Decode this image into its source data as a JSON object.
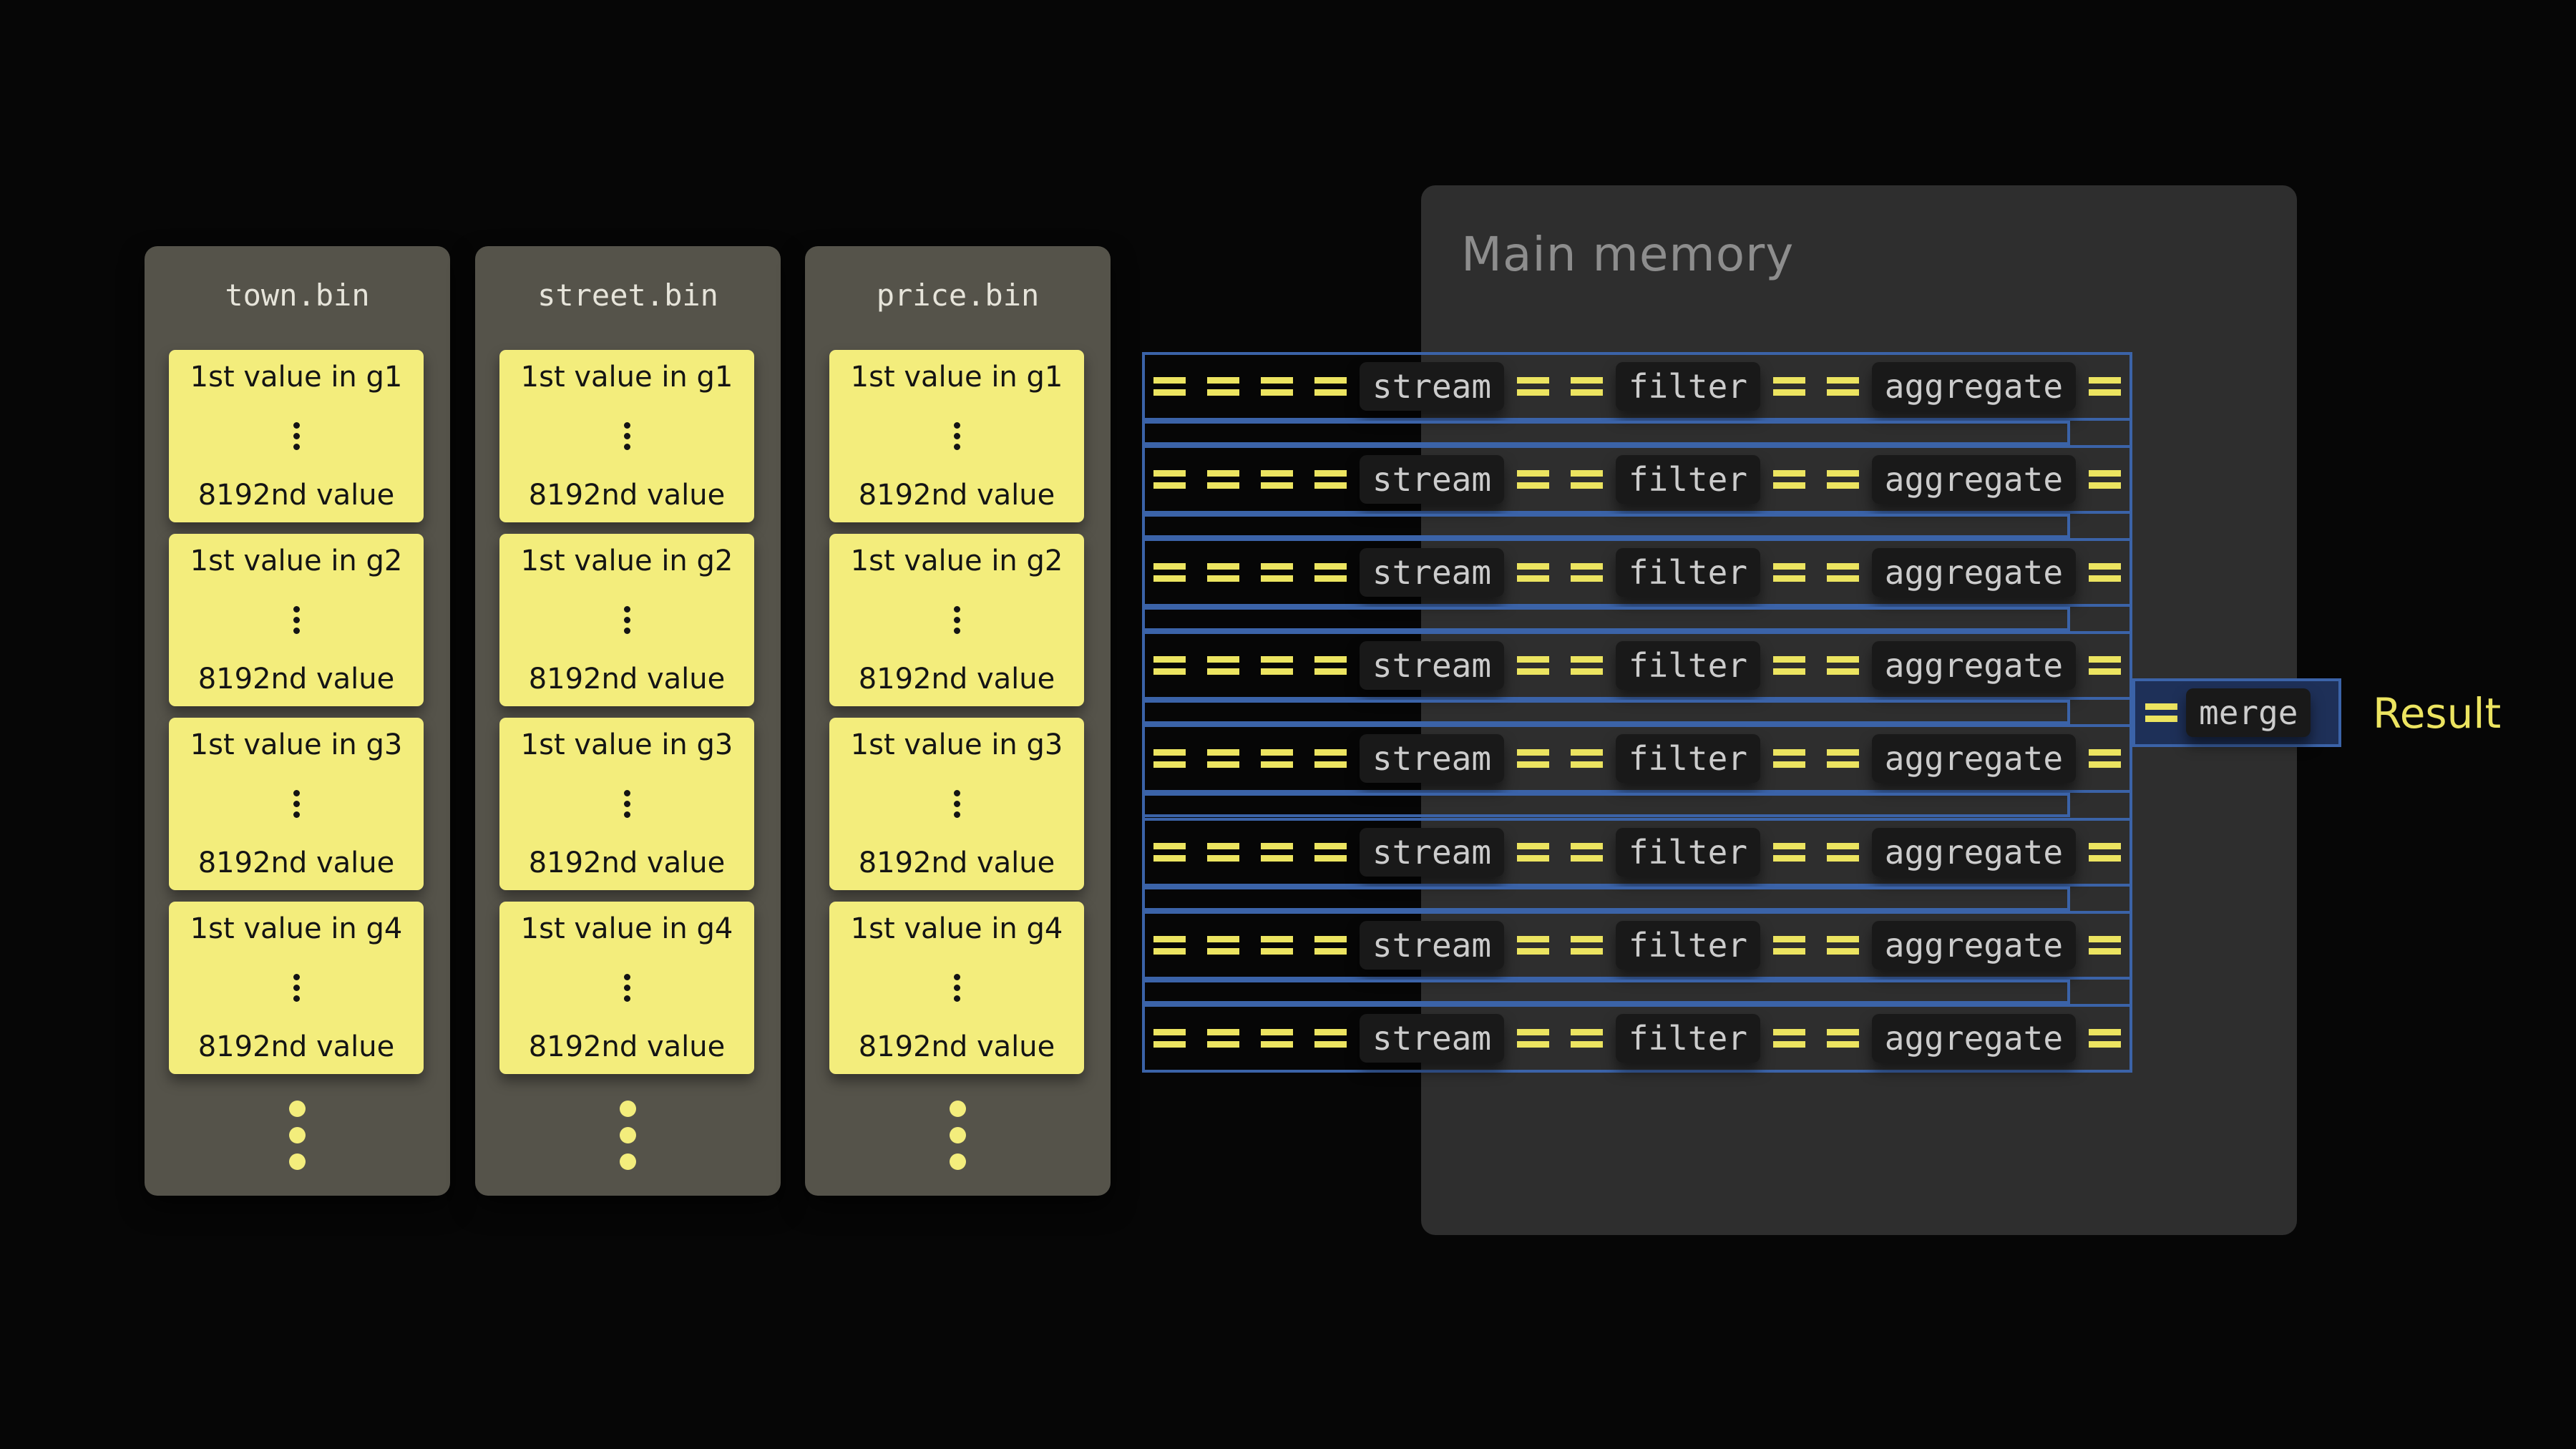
{
  "colors": {
    "background": "#060606",
    "file_panel": "#55534a",
    "block_yellow": "#f3ed7c",
    "memory_panel": "#2e2e2e",
    "pipeline_blue": "#3b63a8",
    "dash_yellow": "#ece460",
    "label_box": "#191919",
    "label_text": "#cccccc",
    "merge_fill": "#1e3058"
  },
  "files": [
    {
      "name": "town.bin"
    },
    {
      "name": "street.bin"
    },
    {
      "name": "price.bin"
    }
  ],
  "blocks": [
    {
      "first": "1st value in g1",
      "last": "8192nd value"
    },
    {
      "first": "1st value in g2",
      "last": "8192nd value"
    },
    {
      "first": "1st value in g3",
      "last": "8192nd value"
    },
    {
      "first": "1st value in g4",
      "last": "8192nd value"
    }
  ],
  "memory": {
    "title": "Main memory"
  },
  "pipeline": {
    "row_count": 8,
    "stages": [
      "stream",
      "filter",
      "aggregate"
    ],
    "merge_label": "merge",
    "result_label": "Result"
  }
}
